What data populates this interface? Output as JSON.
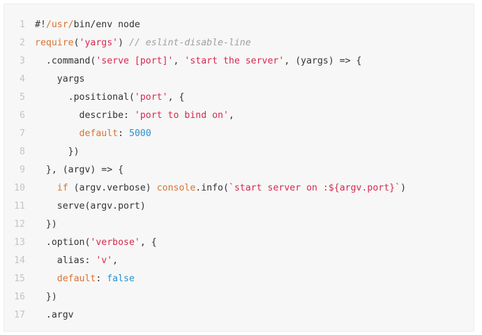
{
  "code": {
    "language": "javascript",
    "colors": {
      "background": "#f7f7f7",
      "plain": "#333333",
      "keyword": "#d97332",
      "string": "#d8284f",
      "comment": "#a0a0a0",
      "number": "#2b8fd1",
      "line_number": "#c4c4c4"
    },
    "lines": [
      {
        "number": "1",
        "tokens": [
          {
            "t": "#!",
            "k": "plain"
          },
          {
            "t": "/usr/",
            "k": "keyword"
          },
          {
            "t": "bin/env node",
            "k": "plain"
          }
        ]
      },
      {
        "number": "2",
        "tokens": [
          {
            "t": "require",
            "k": "keyword"
          },
          {
            "t": "(",
            "k": "plain"
          },
          {
            "t": "'yargs'",
            "k": "string"
          },
          {
            "t": ") ",
            "k": "plain"
          },
          {
            "t": "// eslint-disable-line",
            "k": "comment"
          }
        ]
      },
      {
        "number": "3",
        "tokens": [
          {
            "t": "  .command(",
            "k": "plain"
          },
          {
            "t": "'serve [port]'",
            "k": "string"
          },
          {
            "t": ", ",
            "k": "plain"
          },
          {
            "t": "'start the server'",
            "k": "string"
          },
          {
            "t": ", (yargs) => {",
            "k": "plain"
          }
        ]
      },
      {
        "number": "4",
        "tokens": [
          {
            "t": "    yargs",
            "k": "plain"
          }
        ]
      },
      {
        "number": "5",
        "tokens": [
          {
            "t": "      .positional(",
            "k": "plain"
          },
          {
            "t": "'port'",
            "k": "string"
          },
          {
            "t": ", {",
            "k": "plain"
          }
        ]
      },
      {
        "number": "6",
        "tokens": [
          {
            "t": "        describe: ",
            "k": "plain"
          },
          {
            "t": "'port to bind on'",
            "k": "string"
          },
          {
            "t": ",",
            "k": "plain"
          }
        ]
      },
      {
        "number": "7",
        "tokens": [
          {
            "t": "        ",
            "k": "plain"
          },
          {
            "t": "default",
            "k": "keyword"
          },
          {
            "t": ": ",
            "k": "plain"
          },
          {
            "t": "5000",
            "k": "number"
          }
        ]
      },
      {
        "number": "8",
        "tokens": [
          {
            "t": "      })",
            "k": "plain"
          }
        ]
      },
      {
        "number": "9",
        "tokens": [
          {
            "t": "  }, (argv) => {",
            "k": "plain"
          }
        ]
      },
      {
        "number": "10",
        "tokens": [
          {
            "t": "    ",
            "k": "plain"
          },
          {
            "t": "if",
            "k": "keyword"
          },
          {
            "t": " (argv.verbose) ",
            "k": "plain"
          },
          {
            "t": "console",
            "k": "keyword"
          },
          {
            "t": ".info(",
            "k": "plain"
          },
          {
            "t": "`start server on :${argv.port}`",
            "k": "string"
          },
          {
            "t": ")",
            "k": "plain"
          }
        ]
      },
      {
        "number": "11",
        "tokens": [
          {
            "t": "    serve(argv.port)",
            "k": "plain"
          }
        ]
      },
      {
        "number": "12",
        "tokens": [
          {
            "t": "  })",
            "k": "plain"
          }
        ]
      },
      {
        "number": "13",
        "tokens": [
          {
            "t": "  .option(",
            "k": "plain"
          },
          {
            "t": "'verbose'",
            "k": "string"
          },
          {
            "t": ", {",
            "k": "plain"
          }
        ]
      },
      {
        "number": "14",
        "tokens": [
          {
            "t": "    alias: ",
            "k": "plain"
          },
          {
            "t": "'v'",
            "k": "string"
          },
          {
            "t": ",",
            "k": "plain"
          }
        ]
      },
      {
        "number": "15",
        "tokens": [
          {
            "t": "    ",
            "k": "plain"
          },
          {
            "t": "default",
            "k": "keyword"
          },
          {
            "t": ": ",
            "k": "plain"
          },
          {
            "t": "false",
            "k": "number"
          }
        ]
      },
      {
        "number": "16",
        "tokens": [
          {
            "t": "  })",
            "k": "plain"
          }
        ]
      },
      {
        "number": "17",
        "tokens": [
          {
            "t": "  .argv",
            "k": "plain"
          }
        ]
      }
    ]
  }
}
